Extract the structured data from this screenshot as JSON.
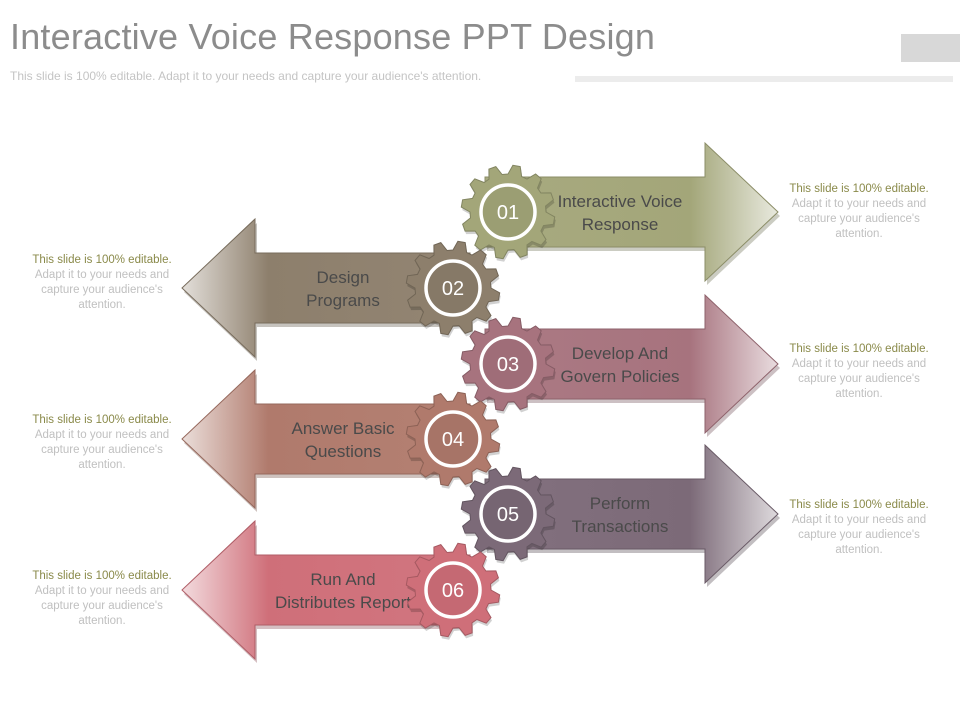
{
  "header": {
    "title": "Interactive Voice Response PPT Design",
    "subtitle": "This slide is 100% editable. Adapt it to your needs and capture your audience's attention."
  },
  "steps": [
    {
      "num": "01",
      "lines": [
        "Interactive Voice",
        "Response"
      ],
      "color": "#a3a679",
      "direction": "right"
    },
    {
      "num": "02",
      "lines": [
        "Design",
        "Programs"
      ],
      "color": "#8d7f6c",
      "direction": "left"
    },
    {
      "num": "03",
      "lines": [
        "Develop And",
        "Govern Policies"
      ],
      "color": "#a7737e",
      "direction": "right"
    },
    {
      "num": "04",
      "lines": [
        "Answer Basic",
        "Questions"
      ],
      "color": "#b07a6c",
      "direction": "left"
    },
    {
      "num": "05",
      "lines": [
        "Perform",
        "Transactions"
      ],
      "color": "#7c6a78",
      "direction": "right"
    },
    {
      "num": "06",
      "lines": [
        "Run And",
        "Distributes Report"
      ],
      "color": "#cf6f79",
      "direction": "left"
    }
  ],
  "notes": [
    {
      "highlight": "This slide is 100% editable.",
      "rest": " Adapt it to your needs and capture your audience's attention."
    },
    {
      "highlight": "This slide is 100% editable.",
      "rest": " Adapt it to your needs and capture your audience's attention."
    },
    {
      "highlight": "This slide is 100% editable.",
      "rest": " Adapt it to your needs and capture your audience's attention."
    },
    {
      "highlight": "This slide is 100% editable.",
      "rest": " Adapt it to your needs and capture your audience's attention."
    },
    {
      "highlight": "This slide is 100% editable.",
      "rest": " Adapt it to your needs and capture your audience's attention."
    },
    {
      "highlight": "This slide is 100% editable.",
      "rest": " Adapt it to your needs and capture your audience's attention."
    }
  ]
}
